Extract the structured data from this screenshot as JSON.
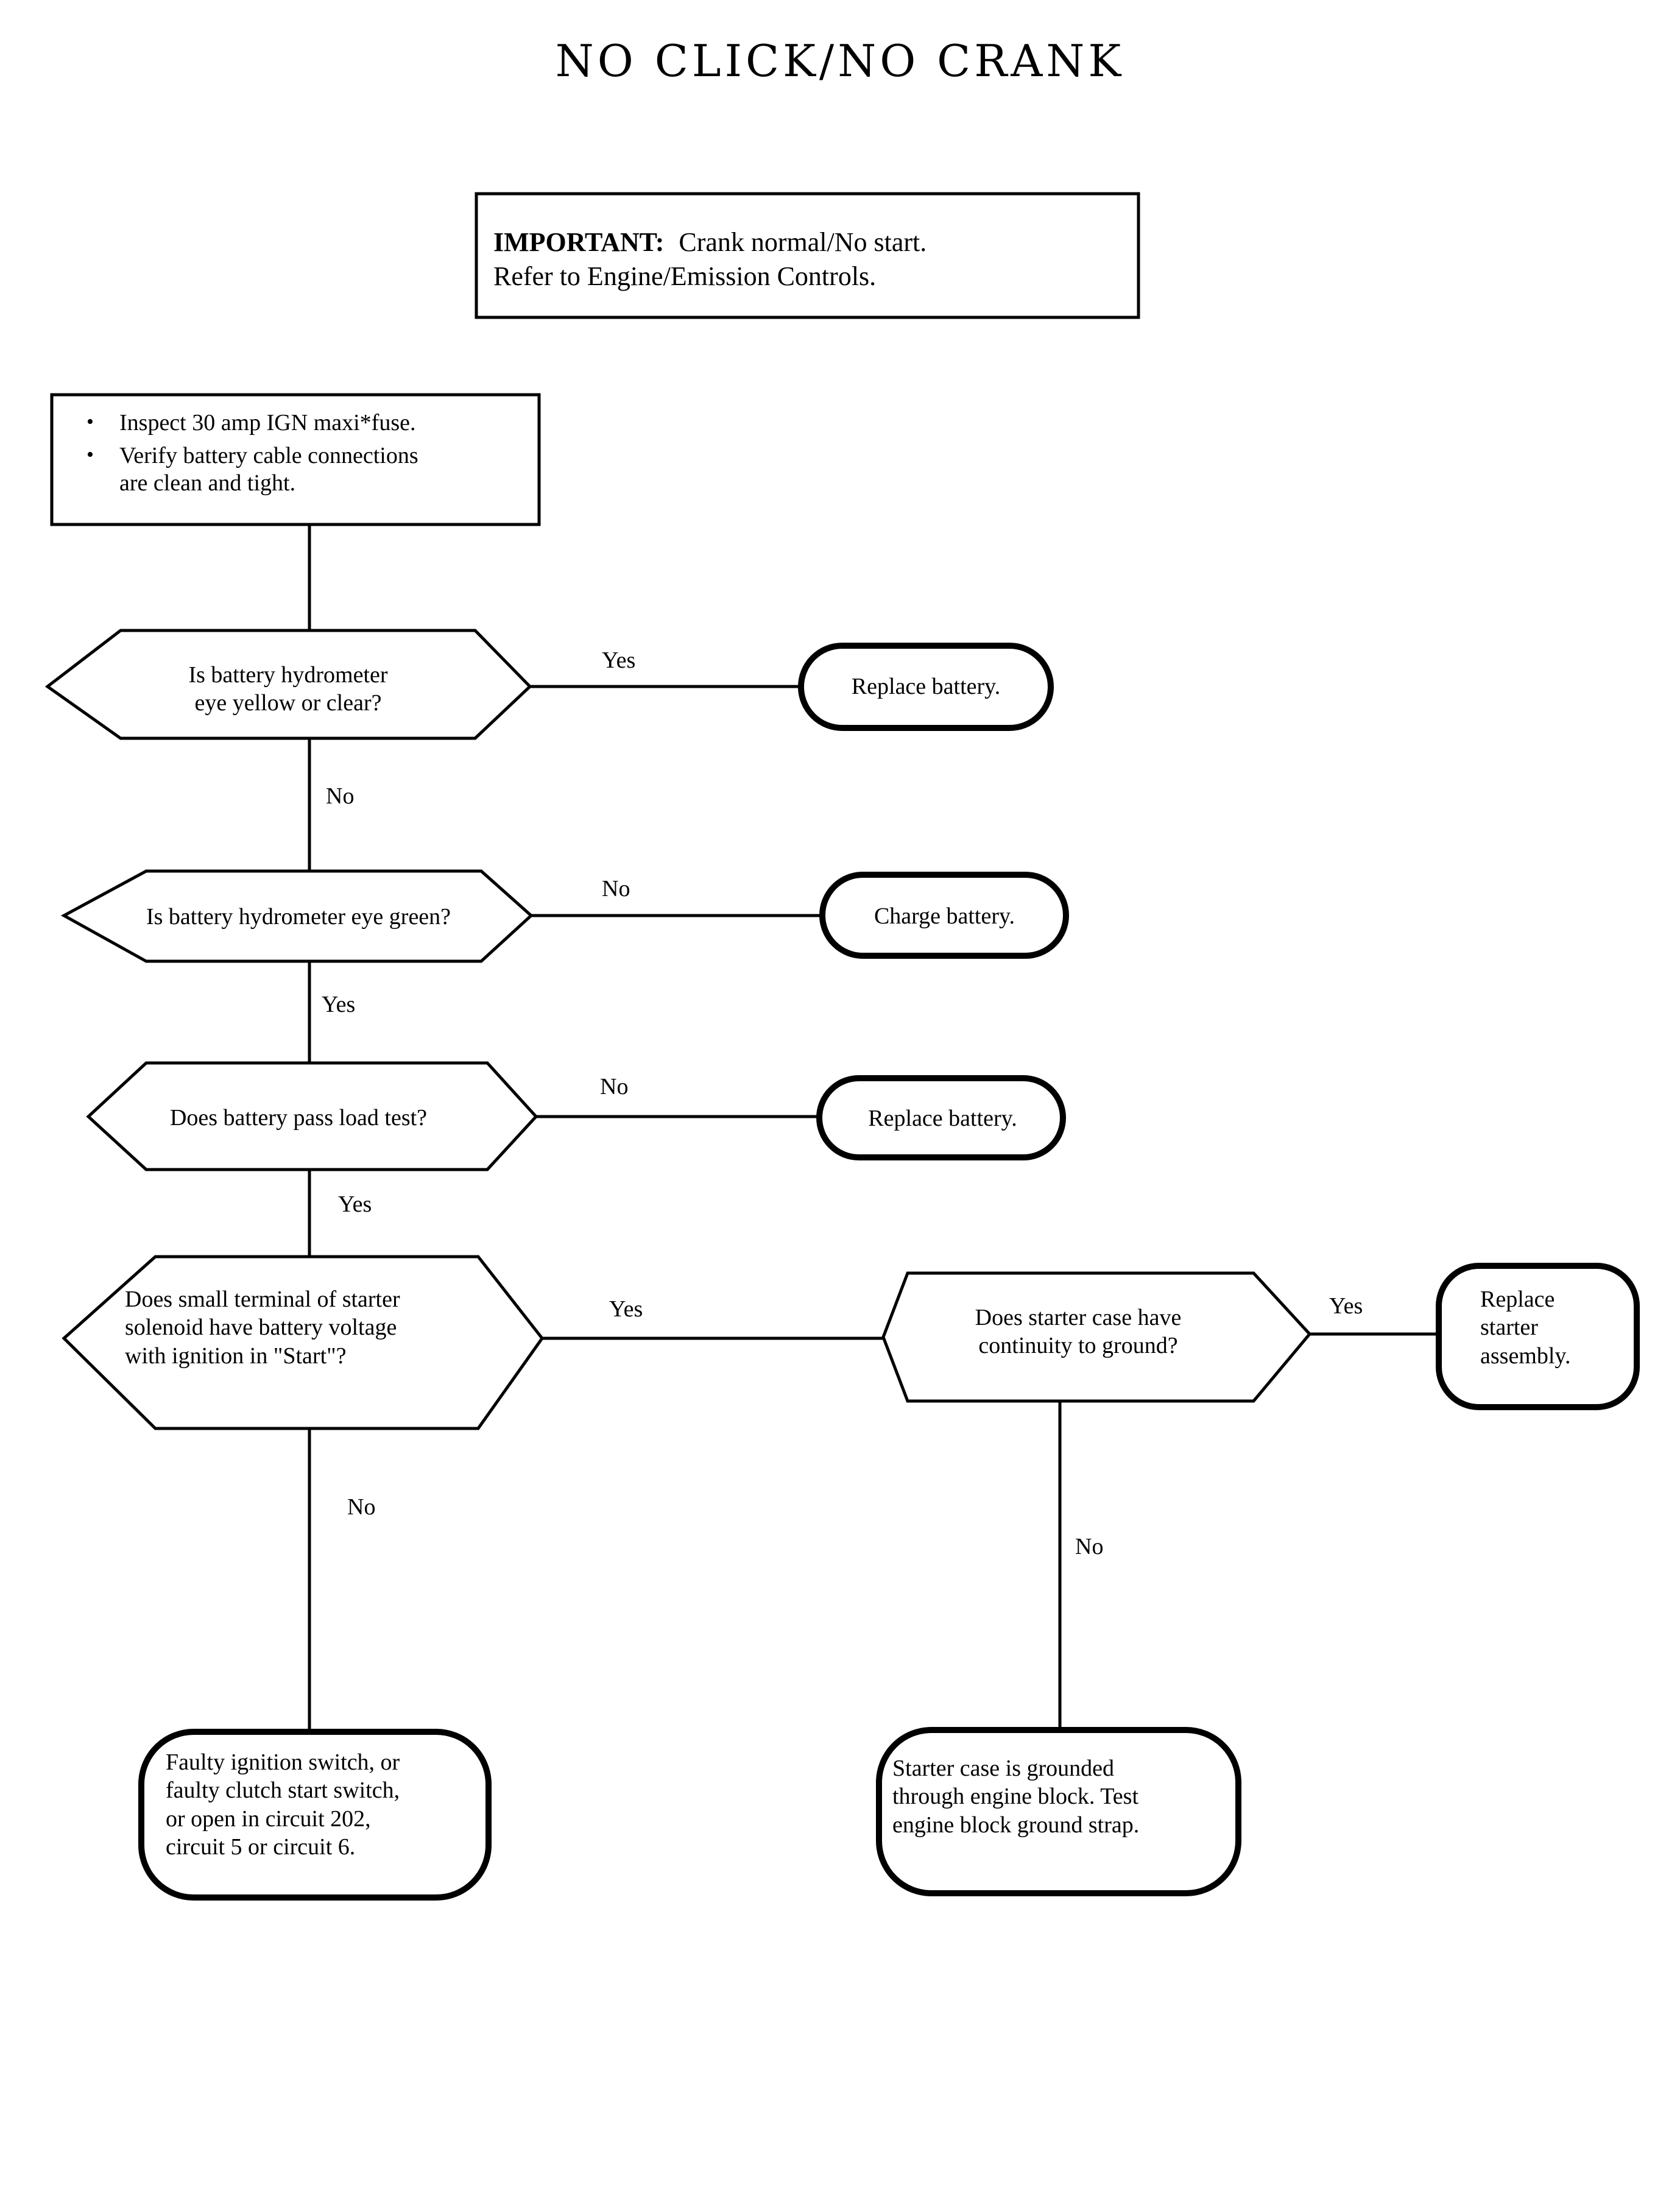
{
  "document": {
    "title": "NO CLICK/NO CRANK",
    "type": "troubleshooting-flowchart"
  },
  "important_note": {
    "lead": "IMPORTANT:",
    "line1": "Crank normal/No start.",
    "line2": "Refer to Engine/Emission Controls."
  },
  "checklist": {
    "bullet_glyph": "•",
    "items": [
      "Inspect 30 amp IGN maxi*fuse.",
      "Verify battery cable connections\nare clean and tight."
    ]
  },
  "nodes": {
    "q1": {
      "label": "Is battery hydrometer\neye yellow or clear?",
      "shape": "hexagon"
    },
    "a1": {
      "label": "Replace battery.",
      "shape": "stadium"
    },
    "q2": {
      "label": "Is battery hydrometer eye green?",
      "shape": "hexagon"
    },
    "a2": {
      "label": "Charge battery.",
      "shape": "stadium"
    },
    "q3": {
      "label": "Does battery pass load test?",
      "shape": "hexagon"
    },
    "a3": {
      "label": "Replace battery.",
      "shape": "stadium"
    },
    "q4": {
      "label": "Does small terminal of starter\nsolenoid have battery voltage\nwith ignition in \"Start\"?",
      "shape": "hexagon"
    },
    "q5": {
      "label": "Does starter case have\ncontinuity to ground?",
      "shape": "hexagon"
    },
    "a5": {
      "label": "Replace\nstarter\nassembly.",
      "shape": "stadium"
    },
    "a4": {
      "label": "Faulty ignition switch, or\nfaulty clutch start switch,\nor open in circuit 202,\ncircuit 5 or circuit 6.",
      "shape": "stadium"
    },
    "a6": {
      "label": "Starter case is grounded\nthrough engine block. Test\nengine block ground strap.",
      "shape": "stadium"
    }
  },
  "edges": {
    "q1_yes": "Yes",
    "q1_no": "No",
    "q2_no": "No",
    "q2_yes": "Yes",
    "q3_no": "No",
    "q3_yes": "Yes",
    "q4_yes": "Yes",
    "q4_no": "No",
    "q5_yes": "Yes",
    "q5_no": "No"
  },
  "colors": {
    "ink": "#000000",
    "paper": "#ffffff"
  }
}
